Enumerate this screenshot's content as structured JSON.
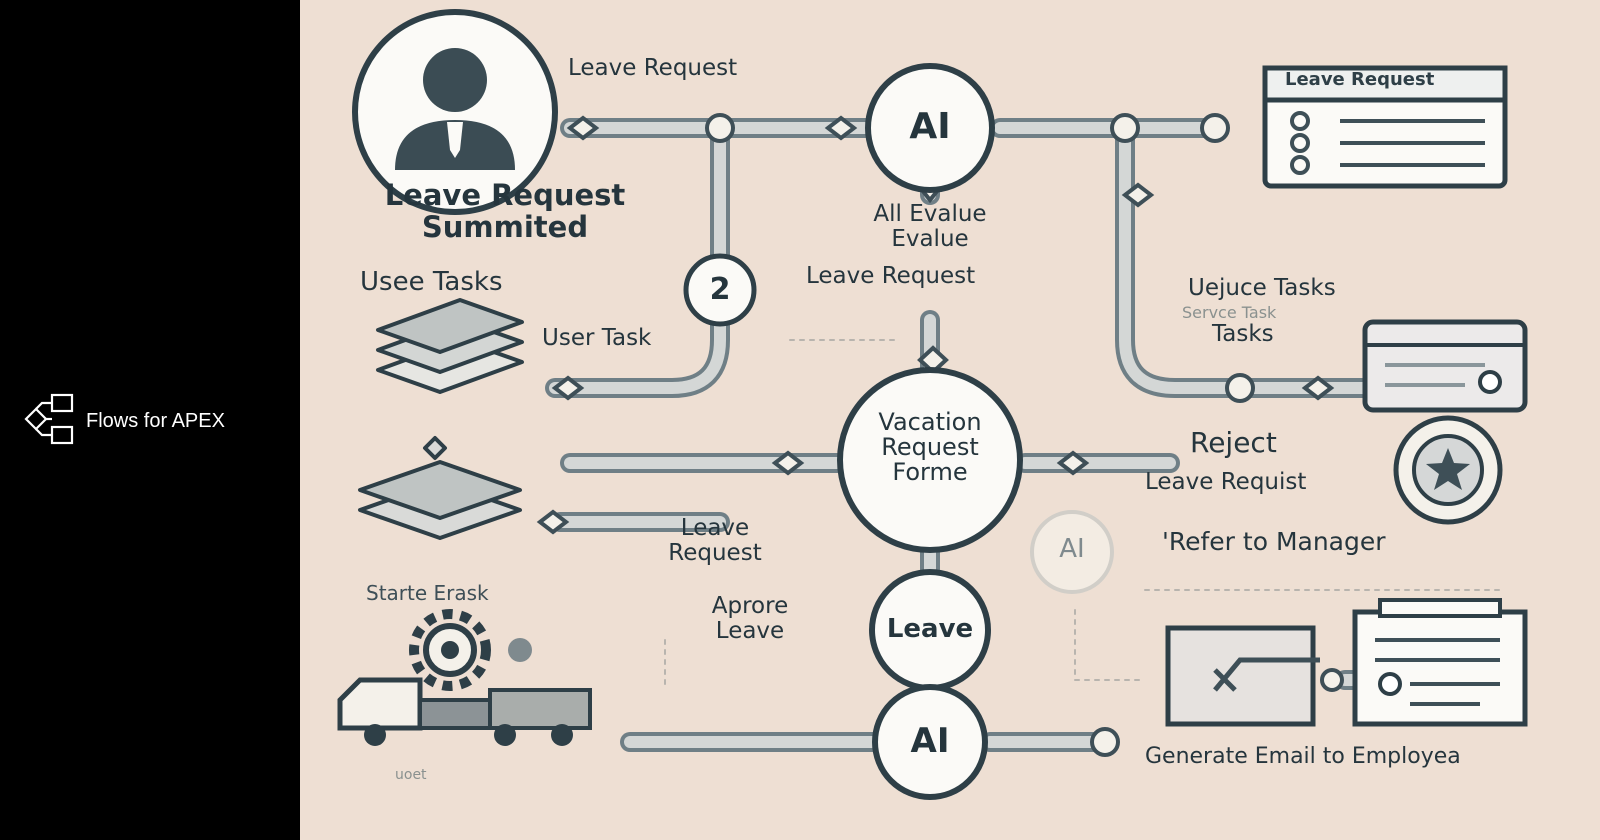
{
  "brand": {
    "name": "Flows for APEX",
    "icon": "flow-diagram-icon"
  },
  "diagram": {
    "top_label": "Leave Request",
    "submitted": [
      "Leave Request",
      "Summited"
    ],
    "user_tasks_title": "Usee Tasks",
    "user_task": "User Task",
    "ai_top": "AI",
    "ai_eval": [
      "All Evalue",
      "Evalue"
    ],
    "eval_leave": "Leave Request",
    "step_two": "2",
    "form_title": "Leave Request",
    "service_tasks": [
      "Uejuce Tasks",
      "Servce Task",
      "Tasks"
    ],
    "vacation": [
      "Vacation",
      "Request",
      "Forme"
    ],
    "reject": [
      "Reject",
      "Leave Requist"
    ],
    "ai_small": "AI",
    "refer": "'Refer to Manager",
    "leave_request_mid": [
      "Leave",
      "Request"
    ],
    "start_task": "Starte Erask",
    "approve": [
      "Aprore",
      "Leave"
    ],
    "leave_node": "Leave",
    "ai_bottom": "AI",
    "generate_email": "Generate Email to Employea",
    "bottom_faint": "uoet"
  },
  "colors": {
    "background": "#eedfd3",
    "ink": "#25353d",
    "pipe": "#8c9aa1",
    "pipe_light": "#c7ccce",
    "node_fill": "#fbfaf7",
    "sidebar": "#000000"
  }
}
